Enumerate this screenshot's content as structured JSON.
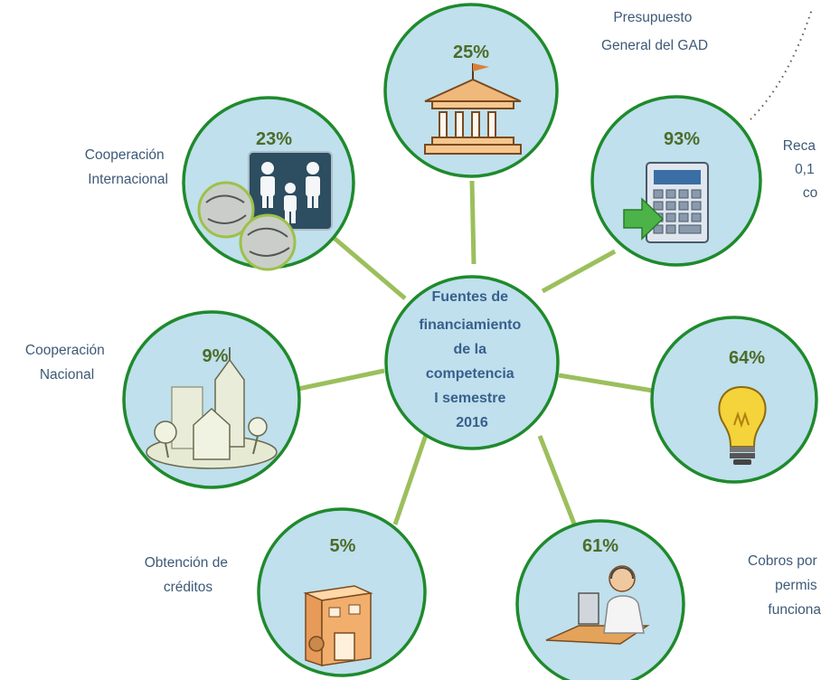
{
  "center": {
    "lines": [
      "Fuentes de",
      "financiamiento",
      "de la",
      "competencia",
      "I semestre",
      "2016"
    ]
  },
  "nodes": [
    {
      "id": "presupuesto",
      "percent": "25%",
      "label_lines": [
        "Presupuesto",
        "General del GAD"
      ],
      "icon": "government-building-icon"
    },
    {
      "id": "recaudacion",
      "percent": "93%",
      "label_lines": [
        "Reca",
        "0,1",
        "co"
      ],
      "icon": "calculator-icon"
    },
    {
      "id": "otros",
      "percent": "64%",
      "label_lines": [],
      "icon": "light-bulb-icon"
    },
    {
      "id": "cobros",
      "percent": "61%",
      "label_lines": [
        "Cobros por",
        "permis",
        "funciona"
      ],
      "icon": "office-worker-icon"
    },
    {
      "id": "creditos",
      "percent": "5%",
      "label_lines": [
        "Obtención de",
        "créditos"
      ],
      "icon": "bank-building-icon"
    },
    {
      "id": "nacional",
      "percent": "9%",
      "label_lines": [
        "Cooperación",
        "Nacional"
      ],
      "icon": "city-icon"
    },
    {
      "id": "internacional",
      "percent": "23%",
      "label_lines": [
        "Cooperación",
        "Internacional"
      ],
      "icon": "globe-people-icon"
    }
  ],
  "colors": {
    "circle_fill": "#bfe0ec",
    "circle_stroke": "#1f8a2c",
    "connector": "#9cbf5c",
    "percent_text": "#4d6b2a",
    "center_text": "#385f8d",
    "label_text": "#3d5a78"
  }
}
